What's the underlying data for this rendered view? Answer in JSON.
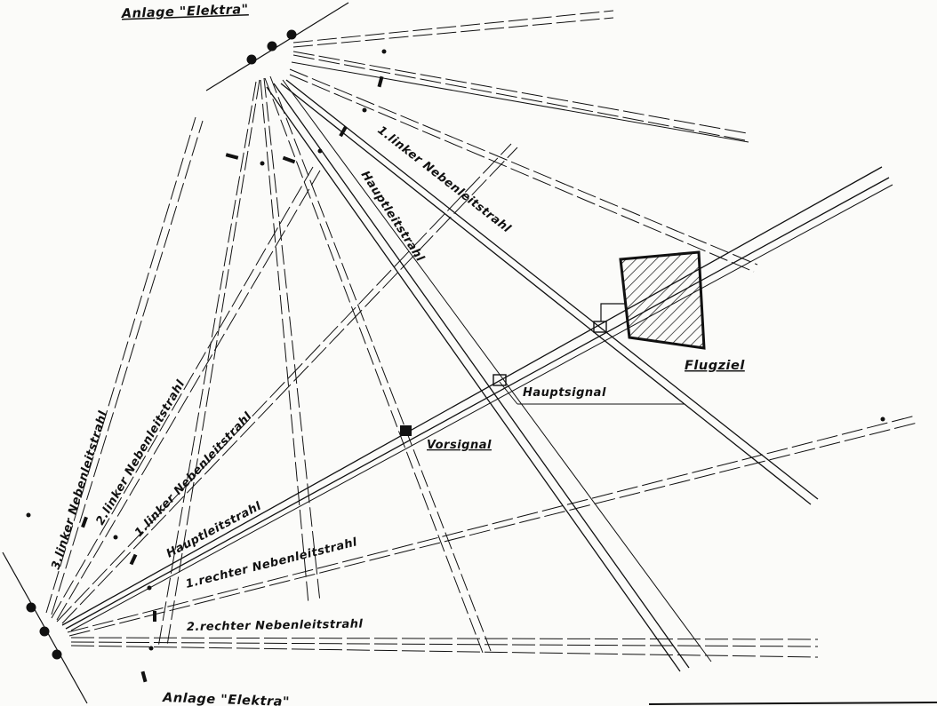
{
  "stations": {
    "top_label": "Anlage \"Elektra\"",
    "bottom_label": "Anlage \"Elektra\""
  },
  "beams_top": {
    "first_left_side_beam": "1.linker Nebenleitstrahl",
    "main_beam": "Hauptleitstrahl"
  },
  "beams_bottom": {
    "third_left_side_beam": "3.linker Nebenleitstrahl",
    "second_left_side_beam": "2.linker Nebenleitstrahl",
    "first_left_side_beam": "1.linker Nebenleitstrahl",
    "main_beam": "Hauptleitstrahl",
    "first_right_side_beam": "1.rechter Nebenleitstrahl",
    "second_right_side_beam": "2.rechter Nebenleitstrahl"
  },
  "signals": {
    "target": "Flugziel",
    "main_signal": "Hauptsignal",
    "pre_signal": "Vorsignal"
  }
}
